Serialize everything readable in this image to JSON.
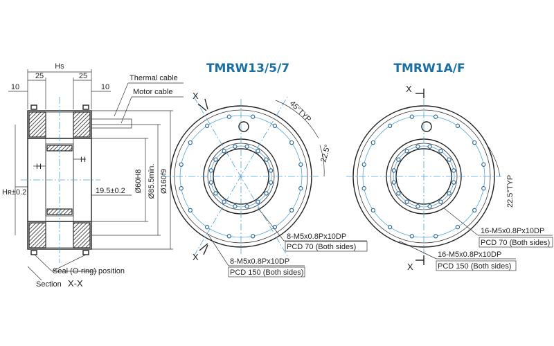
{
  "section_view": {
    "dims": {
      "hs": "Hs",
      "w25_left": "25",
      "w25_right": "25",
      "w10_left": "10",
      "w10_right": "10",
      "h_left": "H",
      "h_right": "H",
      "hr": "Hʀ±0.2",
      "offset": "19.5±0.2",
      "d60": "Ø60H8",
      "d85": "Ø85.5min.",
      "d160": "Ø160f9"
    },
    "labels": {
      "thermal_cable": "Thermal cable",
      "motor_cable": "Motor cable",
      "seal": "Seal (O-ring) position",
      "section_prefix": "Section",
      "section_name": "X-X"
    }
  },
  "view_left": {
    "title": "TMRW13/5/7",
    "x_top": "X",
    "x_bottom": "X",
    "angle_45": "45°TYP",
    "angle_22": "22.5°",
    "callout_inner_1": "8-M5x0.8Px10DP",
    "callout_inner_2": "PCD 70 (Both sides)",
    "callout_outer_1": "8-M5x0.8Px10DP",
    "callout_outer_2": "PCD 150 (Both sides)",
    "inner_holes": 8,
    "outer_holes": 8
  },
  "view_right": {
    "title": "TMRW1A/F",
    "x_top": "X",
    "x_bottom": "X",
    "angle_22": "22.5°TYP",
    "callout_inner_1": "16-M5x0.8Px10DP",
    "callout_inner_2": "PCD 70 (Both sides)",
    "callout_outer_1": "16-M5x0.8Px10DP",
    "callout_outer_2": "PCD 150 (Both sides)",
    "inner_holes": 16,
    "outer_holes": 16
  },
  "colors": {
    "title": "#1b6fa3",
    "centerline": "#4aa3df",
    "holes": "#1f5f8f"
  }
}
